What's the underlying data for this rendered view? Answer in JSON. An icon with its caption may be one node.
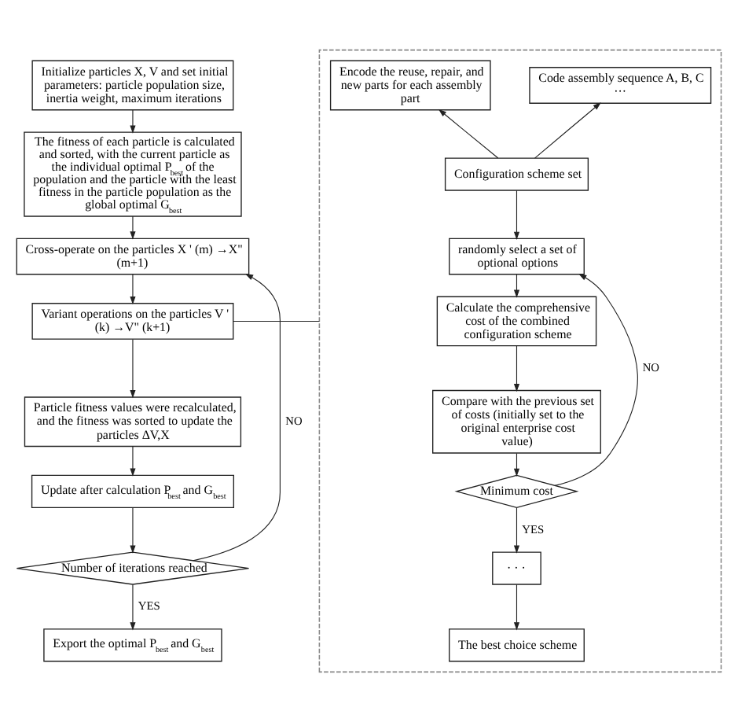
{
  "diagram": {
    "nodes": [
      {
        "text": [
          "Initialize particles X, V and set initial parameters: particle population size, inertia weight, maximum iterations"
        ]
      },
      {
        "text": [
          "The fitness of each particle is calculated and sorted, with the current particle as the individual optimal P$_{best}$ of the population and the particle with the least fitness in the particle population as the global optimal G$_{best}$"
        ]
      },
      {
        "text": [
          "Cross-operate on the particles X ' (m) →X\" (m+1)"
        ]
      },
      {
        "text": [
          "Variant operations on the particles V ' (k) →V\" (k+1)"
        ]
      },
      {
        "text": [
          "Particle fitness values were recalculated, and the fitness was sorted to update the particles ΔV,X"
        ]
      },
      {
        "text": [
          "Update after calculation P$_{best}$ and G$_{best}$"
        ]
      },
      {
        "text": [
          "Number of iterations reached"
        ]
      },
      {
        "text": [
          "Export the optimal P$_{best}$ and G$_{best}$"
        ]
      },
      {
        "text": [],
        "shape": "box"
      },
      {
        "text": [
          "Encode the reuse, repair, and new parts for each assembly part"
        ],
        "in": 8
      },
      {
        "text": [
          "Code assembly sequence A, B, C ···"
        ],
        "in": 8
      },
      {
        "text": [
          "Configuration scheme set"
        ],
        "in": 8
      },
      {
        "text": [
          "randomly select a set of optional options"
        ],
        "in": 8
      },
      {
        "text": [
          "Calculate the comprehensive cost of the combined configuration scheme"
        ],
        "in": 8
      },
      {
        "text": [
          "Compare with the previous set of costs (initially set to the original enterprise cost value)"
        ],
        "in": 8
      },
      {
        "text": [
          "Minimum cost"
        ],
        "in": 8
      },
      {
        "text": [
          "· · ·"
        ],
        "in": 8
      },
      {
        "text": [
          "The best choice scheme"
        ],
        "in": 8
      }
    ],
    "edges": [
      {
        "from": 0,
        "to": 1,
        "arrow": "to"
      },
      {
        "from": 1,
        "to": 2,
        "arrow": "to"
      },
      {
        "from": 2,
        "to": 3,
        "arrow": "to"
      },
      {
        "from": 3,
        "to": 4,
        "arrow": "to"
      },
      {
        "from": 4,
        "to": 5,
        "arrow": "to"
      },
      {
        "from": 5,
        "to": 6,
        "arrow": "to"
      },
      {
        "from": 6,
        "to": 7,
        "arrow": "to",
        "label": "YES"
      },
      {
        "from": 6,
        "to": 2,
        "arrow": "to",
        "label": "NO"
      },
      {
        "from": 3,
        "to": 8,
        "arrow": "none"
      },
      {
        "from": 11,
        "to": 9,
        "arrow": "to"
      },
      {
        "from": 11,
        "to": 10,
        "arrow": "to"
      },
      {
        "from": 11,
        "to": 12,
        "arrow": "to"
      },
      {
        "from": 12,
        "to": 13,
        "arrow": "to"
      },
      {
        "from": 13,
        "to": 14,
        "arrow": "to"
      },
      {
        "from": 14,
        "to": 15,
        "arrow": "to"
      },
      {
        "from": 15,
        "to": 12,
        "arrow": "to",
        "label": "NO"
      },
      {
        "from": 15,
        "to": 16,
        "arrow": "to",
        "label": "YES"
      },
      {
        "from": 16,
        "to": 17,
        "arrow": "to"
      }
    ]
  }
}
